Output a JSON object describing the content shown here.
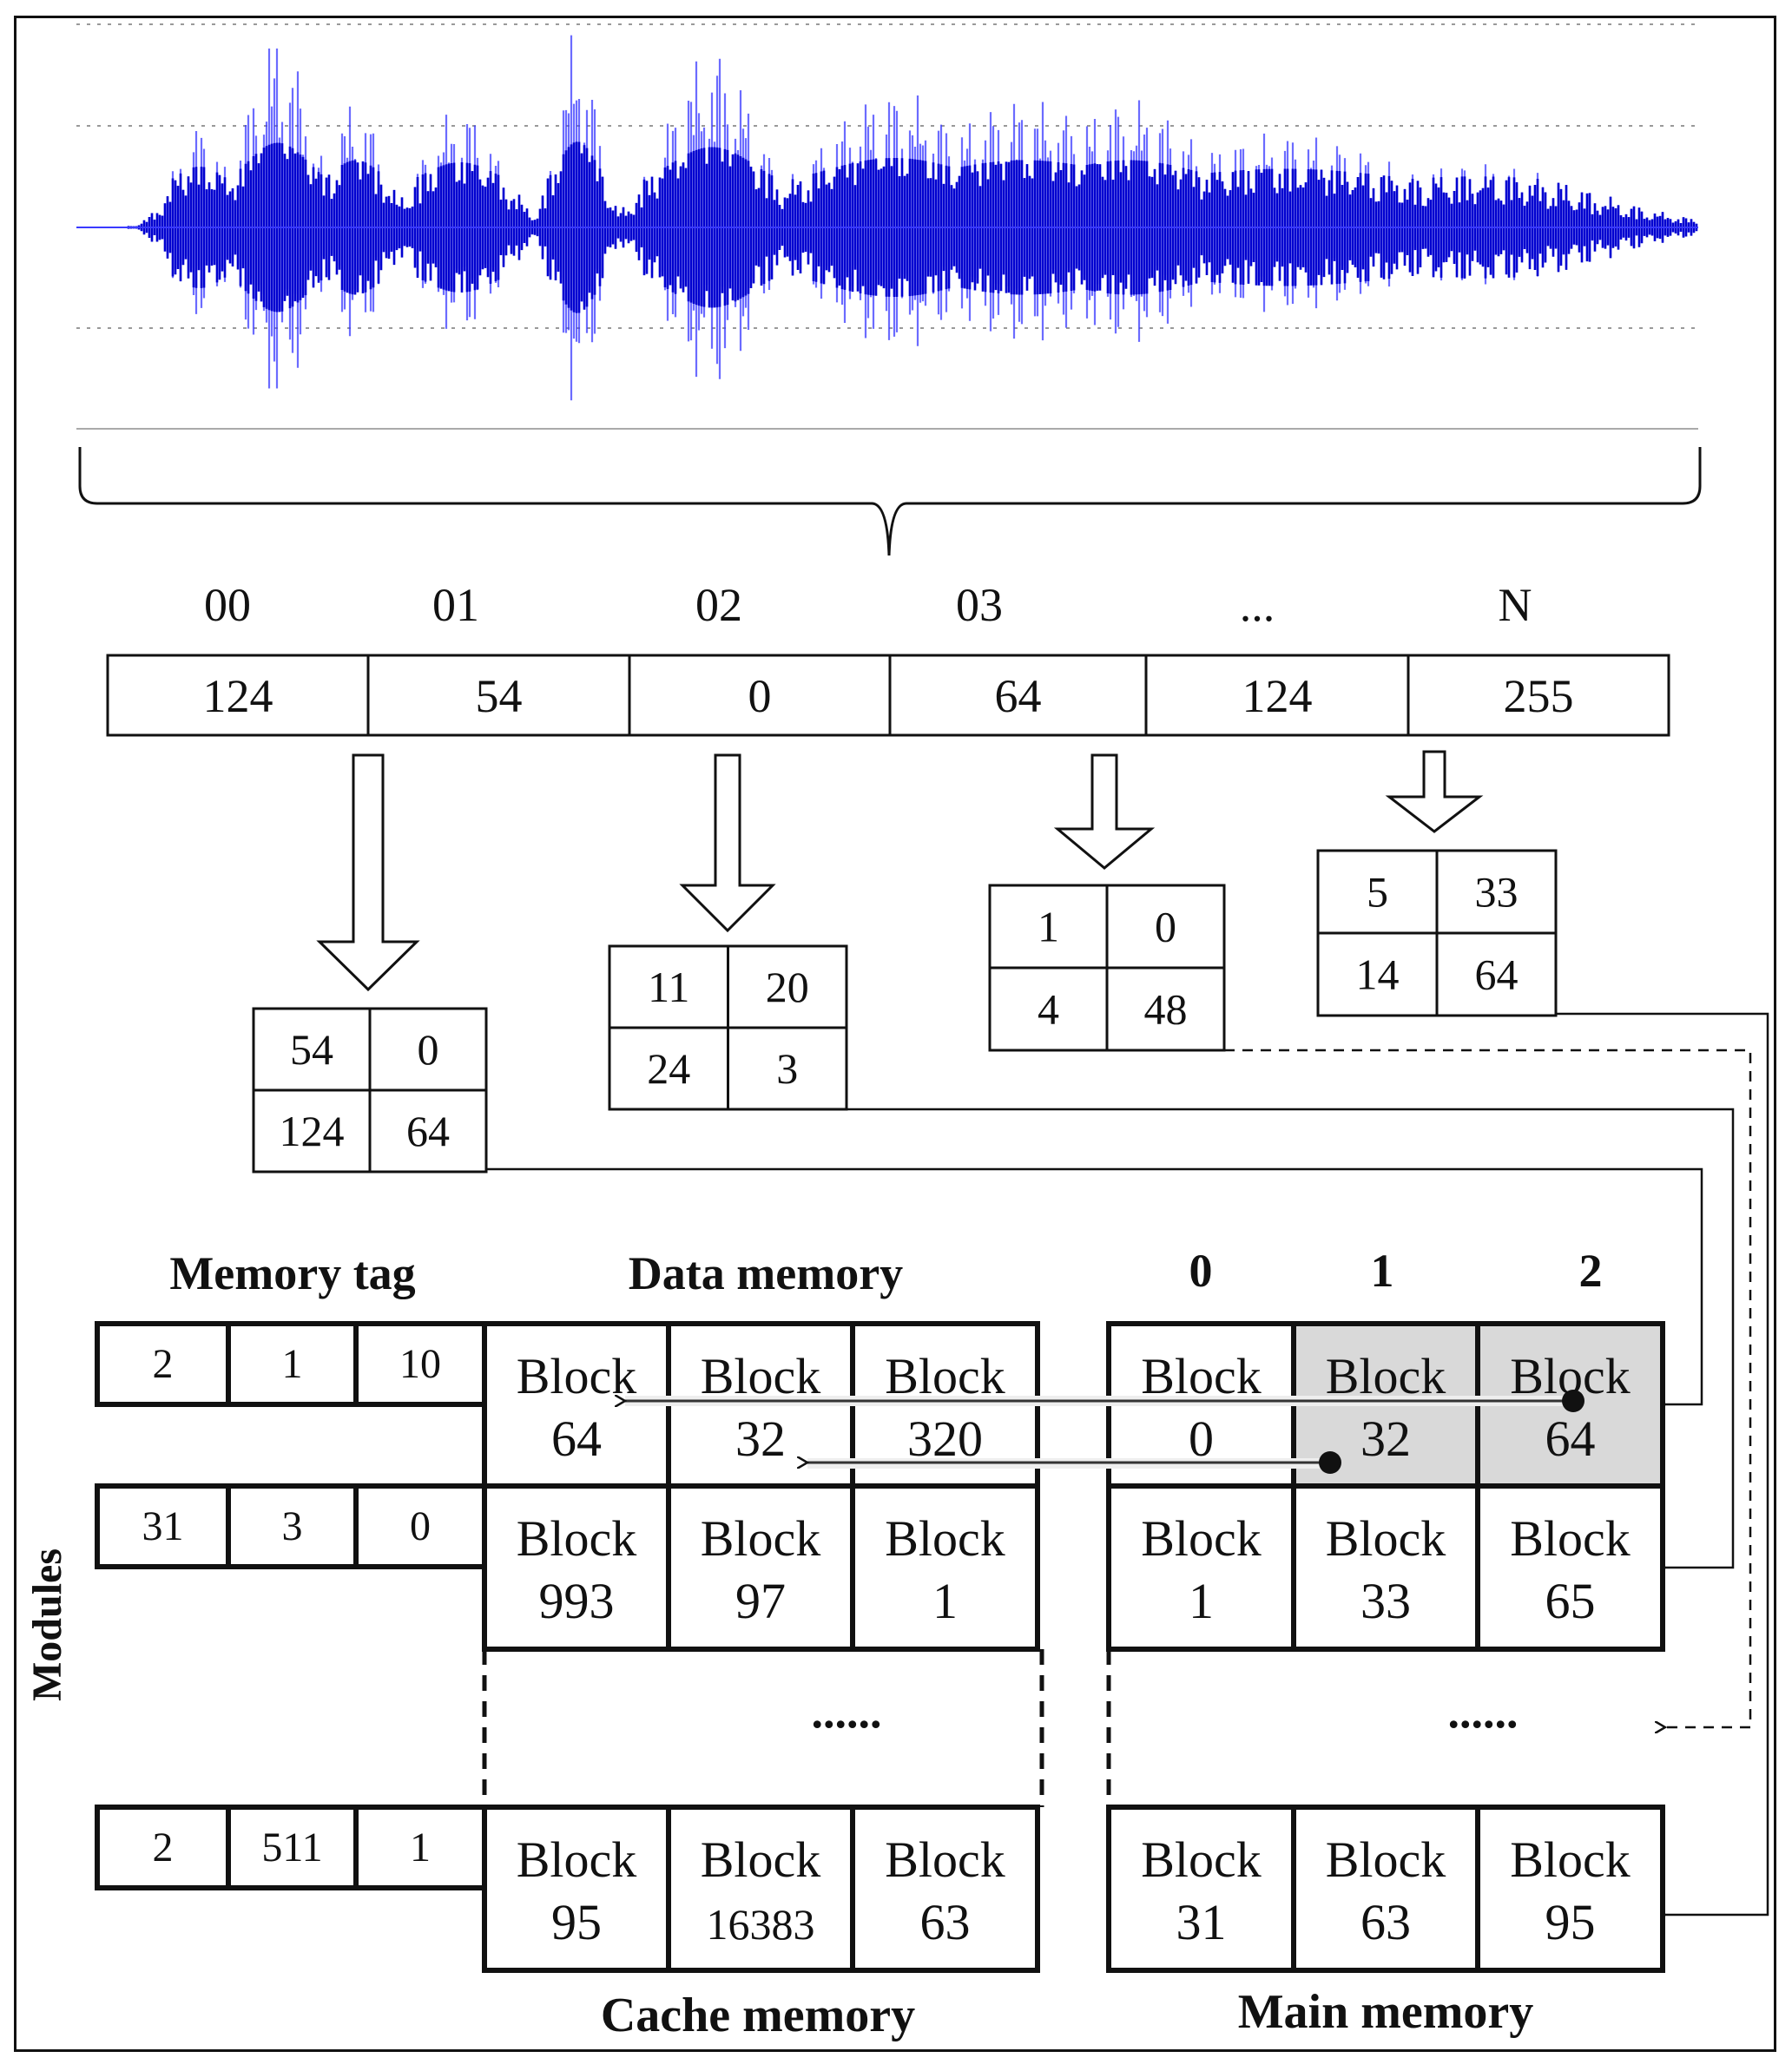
{
  "waveform": {
    "color": "#3a3aff"
  },
  "indices": [
    "00",
    "01",
    "02",
    "03",
    "...",
    "N"
  ],
  "values": [
    "124",
    "54",
    "0",
    "64",
    "124",
    "255"
  ],
  "tables": [
    {
      "cells": [
        "54",
        "0",
        "124",
        "64"
      ]
    },
    {
      "cells": [
        "11",
        "20",
        "24",
        "3"
      ]
    },
    {
      "cells": [
        "1",
        "0",
        "4",
        "48"
      ]
    },
    {
      "cells": [
        "5",
        "33",
        "14",
        "64"
      ]
    }
  ],
  "labels": {
    "memory_tag": "Memory  tag",
    "data_memory": "Data memory",
    "modules": "Modules",
    "cache_memory": "Cache memory",
    "main_memory": "Main memory",
    "ellipsis": "......",
    "col_headers": [
      "0",
      "1",
      "2"
    ]
  },
  "cache_rows": [
    {
      "tags": [
        "2",
        "1",
        "10"
      ],
      "blocks": [
        "Block 64",
        "Block 32",
        "Block 320"
      ]
    },
    {
      "tags": [
        "31",
        "3",
        "0"
      ],
      "blocks": [
        "Block 993",
        "Block 97",
        "Block 1"
      ]
    },
    {
      "tags": [
        "2",
        "511",
        "1"
      ],
      "blocks": [
        "Block 95",
        "Block 16383",
        "Block 63"
      ]
    }
  ],
  "main_rows": [
    {
      "blocks": [
        "Block 0",
        "Block 32",
        "Block 64"
      ],
      "shaded": [
        false,
        true,
        true
      ]
    },
    {
      "blocks": [
        "Block 1",
        "Block 33",
        "Block 65"
      ],
      "shaded": [
        false,
        false,
        false
      ]
    },
    {
      "blocks": [
        "Block 31",
        "Block 63",
        "Block 95"
      ],
      "shaded": [
        false,
        false,
        false
      ]
    }
  ],
  "shade_color": "#d9d9d9"
}
